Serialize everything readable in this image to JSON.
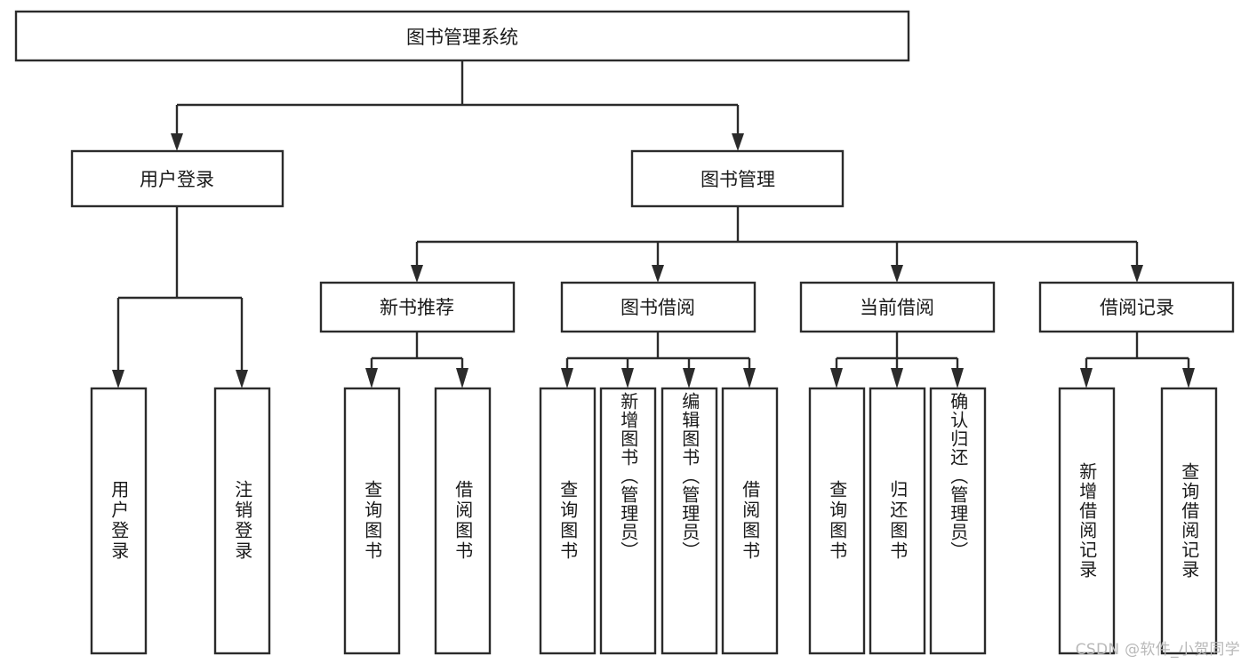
{
  "diagram": {
    "title": "图书管理系统",
    "type": "tree",
    "watermark": "CSDN @软件_小贺同学",
    "colors": {
      "stroke": "#2b2b2b",
      "text": "#1a1a1a",
      "background": "#ffffff",
      "watermark": "#b9b9b9"
    },
    "levels": {
      "root": "图书管理系统",
      "level2": [
        "用户登录",
        "图书管理"
      ],
      "level3": [
        "新书推荐",
        "图书借阅",
        "当前借阅",
        "借阅记录"
      ]
    },
    "nodes": {
      "root": {
        "label": "图书管理系统"
      },
      "user_login": {
        "label": "用户登录"
      },
      "book_manage": {
        "label": "图书管理"
      },
      "new_book_rec": {
        "label": "新书推荐"
      },
      "book_borrow": {
        "label": "图书借阅"
      },
      "current_borrow": {
        "label": "当前借阅"
      },
      "borrow_record": {
        "label": "借阅记录"
      },
      "leaf_user_login": {
        "label": "用户登录"
      },
      "leaf_user_logout": {
        "label": "注销登录"
      },
      "leaf_query_book_a": {
        "label": "查询图书"
      },
      "leaf_borrow_book_a": {
        "label": "借阅图书"
      },
      "leaf_query_book_b": {
        "label": "查询图书"
      },
      "leaf_add_book": {
        "label": "新增图书（管理员）"
      },
      "leaf_edit_book": {
        "label": "编辑图书（管理员）"
      },
      "leaf_borrow_book_b": {
        "label": "借阅图书"
      },
      "leaf_query_book_c": {
        "label": "查询图书"
      },
      "leaf_return_book": {
        "label": "归还图书"
      },
      "leaf_confirm_return": {
        "label": "确认归还（管理员）"
      },
      "leaf_add_record": {
        "label": "新增借阅记录"
      },
      "leaf_query_record": {
        "label": "查询借阅记录"
      }
    },
    "edges": [
      {
        "from": "root",
        "to": "user_login"
      },
      {
        "from": "root",
        "to": "book_manage"
      },
      {
        "from": "book_manage",
        "to": "new_book_rec"
      },
      {
        "from": "book_manage",
        "to": "book_borrow"
      },
      {
        "from": "book_manage",
        "to": "current_borrow"
      },
      {
        "from": "book_manage",
        "to": "borrow_record"
      },
      {
        "from": "user_login",
        "to": "leaf_user_login"
      },
      {
        "from": "user_login",
        "to": "leaf_user_logout"
      },
      {
        "from": "new_book_rec",
        "to": "leaf_query_book_a"
      },
      {
        "from": "new_book_rec",
        "to": "leaf_borrow_book_a"
      },
      {
        "from": "book_borrow",
        "to": "leaf_query_book_b"
      },
      {
        "from": "book_borrow",
        "to": "leaf_add_book"
      },
      {
        "from": "book_borrow",
        "to": "leaf_edit_book"
      },
      {
        "from": "book_borrow",
        "to": "leaf_borrow_book_b"
      },
      {
        "from": "current_borrow",
        "to": "leaf_query_book_c"
      },
      {
        "from": "current_borrow",
        "to": "leaf_return_book"
      },
      {
        "from": "current_borrow",
        "to": "leaf_confirm_return"
      },
      {
        "from": "borrow_record",
        "to": "leaf_add_record"
      },
      {
        "from": "borrow_record",
        "to": "leaf_query_record"
      }
    ]
  }
}
